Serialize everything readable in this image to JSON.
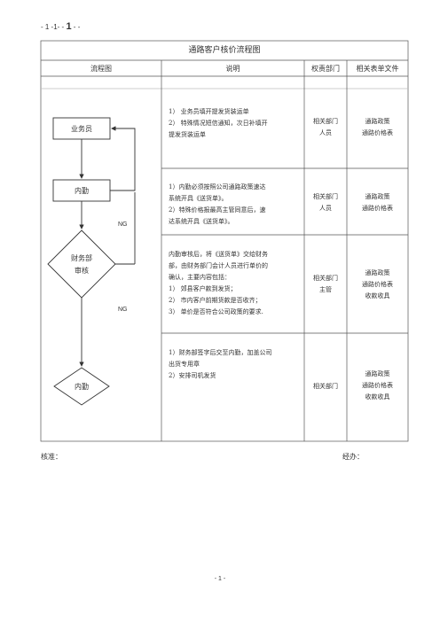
{
  "header": {
    "mark_prefix": "- 1 -1- - ",
    "mark_number": "1",
    "mark_suffix": " - -"
  },
  "table": {
    "title": "通路客户核价流程图",
    "columns": [
      "流程图",
      "说明",
      "权责部门",
      "相关表单文件"
    ],
    "rows": [
      {
        "desc_lines": [
          "1）  业务员填开提发货装运单",
          "2）  特殊情况短信通知，次日补填开",
          "      提发货装运单"
        ],
        "dept": [
          "相关部门",
          "人员"
        ],
        "forms": [
          "通路政策",
          "通路价格表"
        ]
      },
      {
        "desc_lines": [
          "1）内勤必须按照公司通路政策速达",
          "      系统开具《送货单》。",
          "2）特殊价格报最高主管同意后，速",
          "      达系统开具《送货单》。"
        ],
        "dept": [
          "相关部门",
          "人员"
        ],
        "forms": [
          "通路政策",
          "通路价格表"
        ]
      },
      {
        "desc_lines": [
          "内勤审核后，将《送货单》交给财务",
          "部，由财务部门会计人员进行单价的",
          "确认，主要内容包括：",
          "1）  郊县客户款到发货；",
          "2）  市内客户前期货款是否收齐；",
          "3）  单价是否符合公司政策的要求."
        ],
        "dept": [
          "相关部门",
          "主管"
        ],
        "forms": [
          "通路政策",
          "通路价格表",
          "收款收具"
        ]
      },
      {
        "desc_lines": [
          "1）财务部签字后交至内勤，加盖公司",
          "出货专用章",
          "2）安排司机发货"
        ],
        "dept": [
          "相关部门"
        ],
        "forms": [
          "通路政策",
          "通路价格表",
          "收款收具"
        ]
      }
    ]
  },
  "flowchart": {
    "node1": "业务员",
    "node2": "内勤",
    "node3_line1": "财务部",
    "node3_line2": "审核",
    "node4": "内勤",
    "ng1": "NG",
    "ng2": "NG"
  },
  "footer": {
    "approve_label": "核准：",
    "handler_label": "经办：",
    "page_number": "- 1 -"
  }
}
